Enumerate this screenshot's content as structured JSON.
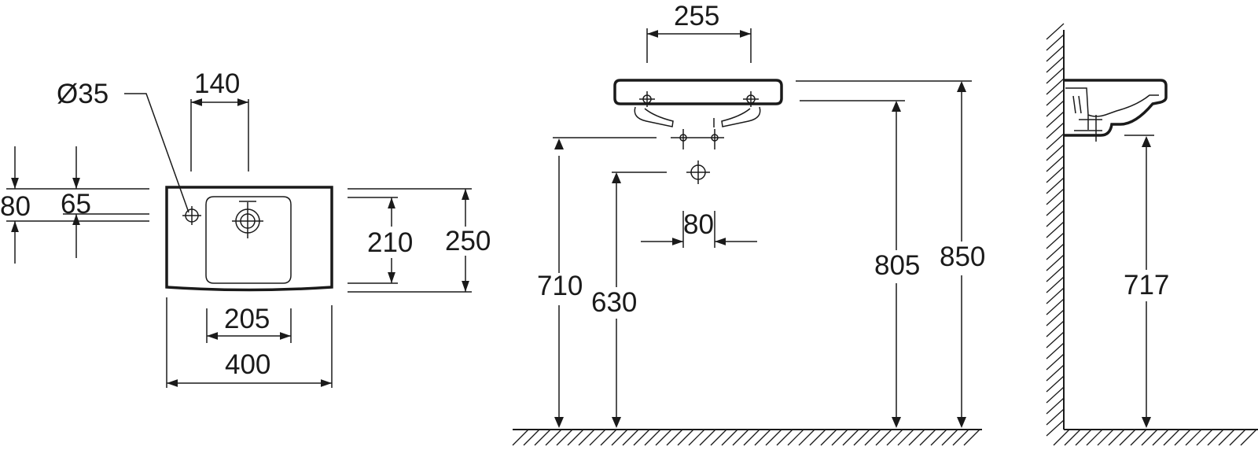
{
  "dims": {
    "d35": "Ø35",
    "d140": "140",
    "d80_left": "80",
    "d65": "65",
    "d210": "210",
    "d250": "250",
    "d205": "205",
    "d400": "400",
    "d255": "255",
    "d80_mid": "80",
    "d710": "710",
    "d630": "630",
    "d805": "805",
    "d850": "850",
    "d717": "717"
  },
  "colors": {
    "line": "#1a1a1a",
    "background": "#ffffff"
  }
}
